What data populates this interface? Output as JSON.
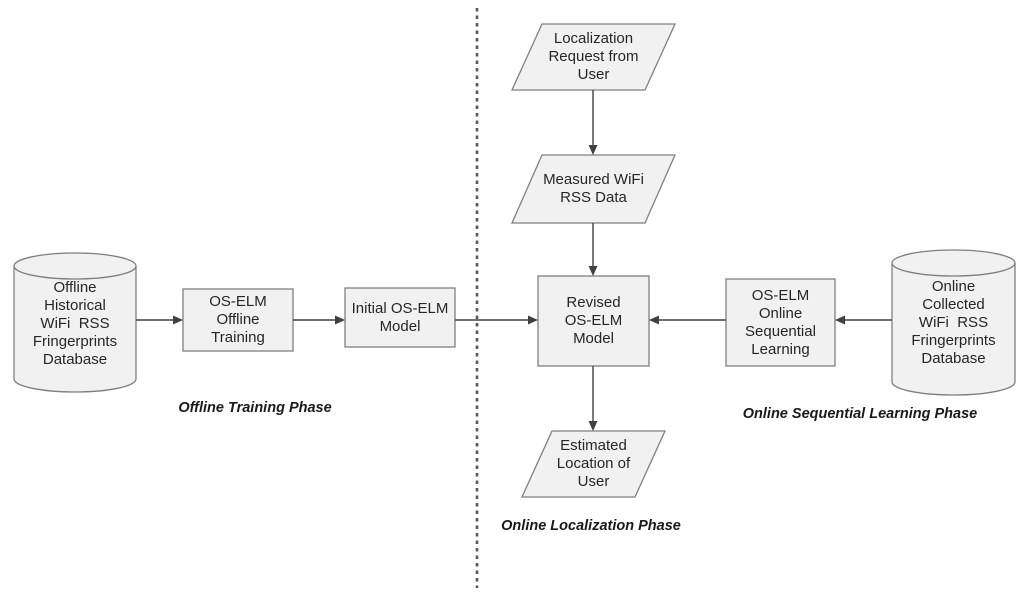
{
  "diagram": {
    "title_hint": "OS-ELM WiFi RSS fingerprint localization flowchart",
    "colors": {
      "background": "#ffffff",
      "shape_fill": "#f1f1f1",
      "shape_stroke": "#7f7f7f",
      "arrow": "#404040",
      "text": "#262626",
      "divider": "#595959"
    },
    "nodes": {
      "offline_db": {
        "type": "database-cylinder",
        "label": "Offline\nHistorical\nWiFi  RSS\nFringerprints\nDatabase"
      },
      "offline_training": {
        "type": "process-box",
        "label": "OS-ELM\nOffline\nTraining"
      },
      "initial_model": {
        "type": "process-box",
        "label": "Initial OS-ELM\nModel"
      },
      "localization_request": {
        "type": "io-parallelogram",
        "label": "Localization\nRequest from\nUser"
      },
      "measured_rss": {
        "type": "io-parallelogram",
        "label": "Measured WiFi\nRSS Data"
      },
      "revised_model": {
        "type": "process-box",
        "label": "Revised\nOS-ELM\nModel"
      },
      "estimated_location": {
        "type": "io-parallelogram",
        "label": "Estimated\nLocation of\nUser"
      },
      "online_learning": {
        "type": "process-box",
        "label": "OS-ELM\nOnline\nSequential\nLearning"
      },
      "online_db": {
        "type": "database-cylinder",
        "label": "Online\nCollected\nWiFi  RSS\nFringerprints\nDatabase"
      }
    },
    "phases": {
      "offline_training_phase": "Offline Training Phase",
      "online_localization_phase": "Online Localization Phase",
      "online_sequential_phase": "Online Sequential Learning Phase"
    },
    "edges": [
      {
        "from": "offline_db",
        "to": "offline_training"
      },
      {
        "from": "offline_training",
        "to": "initial_model"
      },
      {
        "from": "initial_model",
        "to": "revised_model"
      },
      {
        "from": "localization_request",
        "to": "measured_rss"
      },
      {
        "from": "measured_rss",
        "to": "revised_model"
      },
      {
        "from": "revised_model",
        "to": "estimated_location"
      },
      {
        "from": "online_learning",
        "to": "revised_model"
      },
      {
        "from": "online_db",
        "to": "online_learning"
      }
    ]
  }
}
